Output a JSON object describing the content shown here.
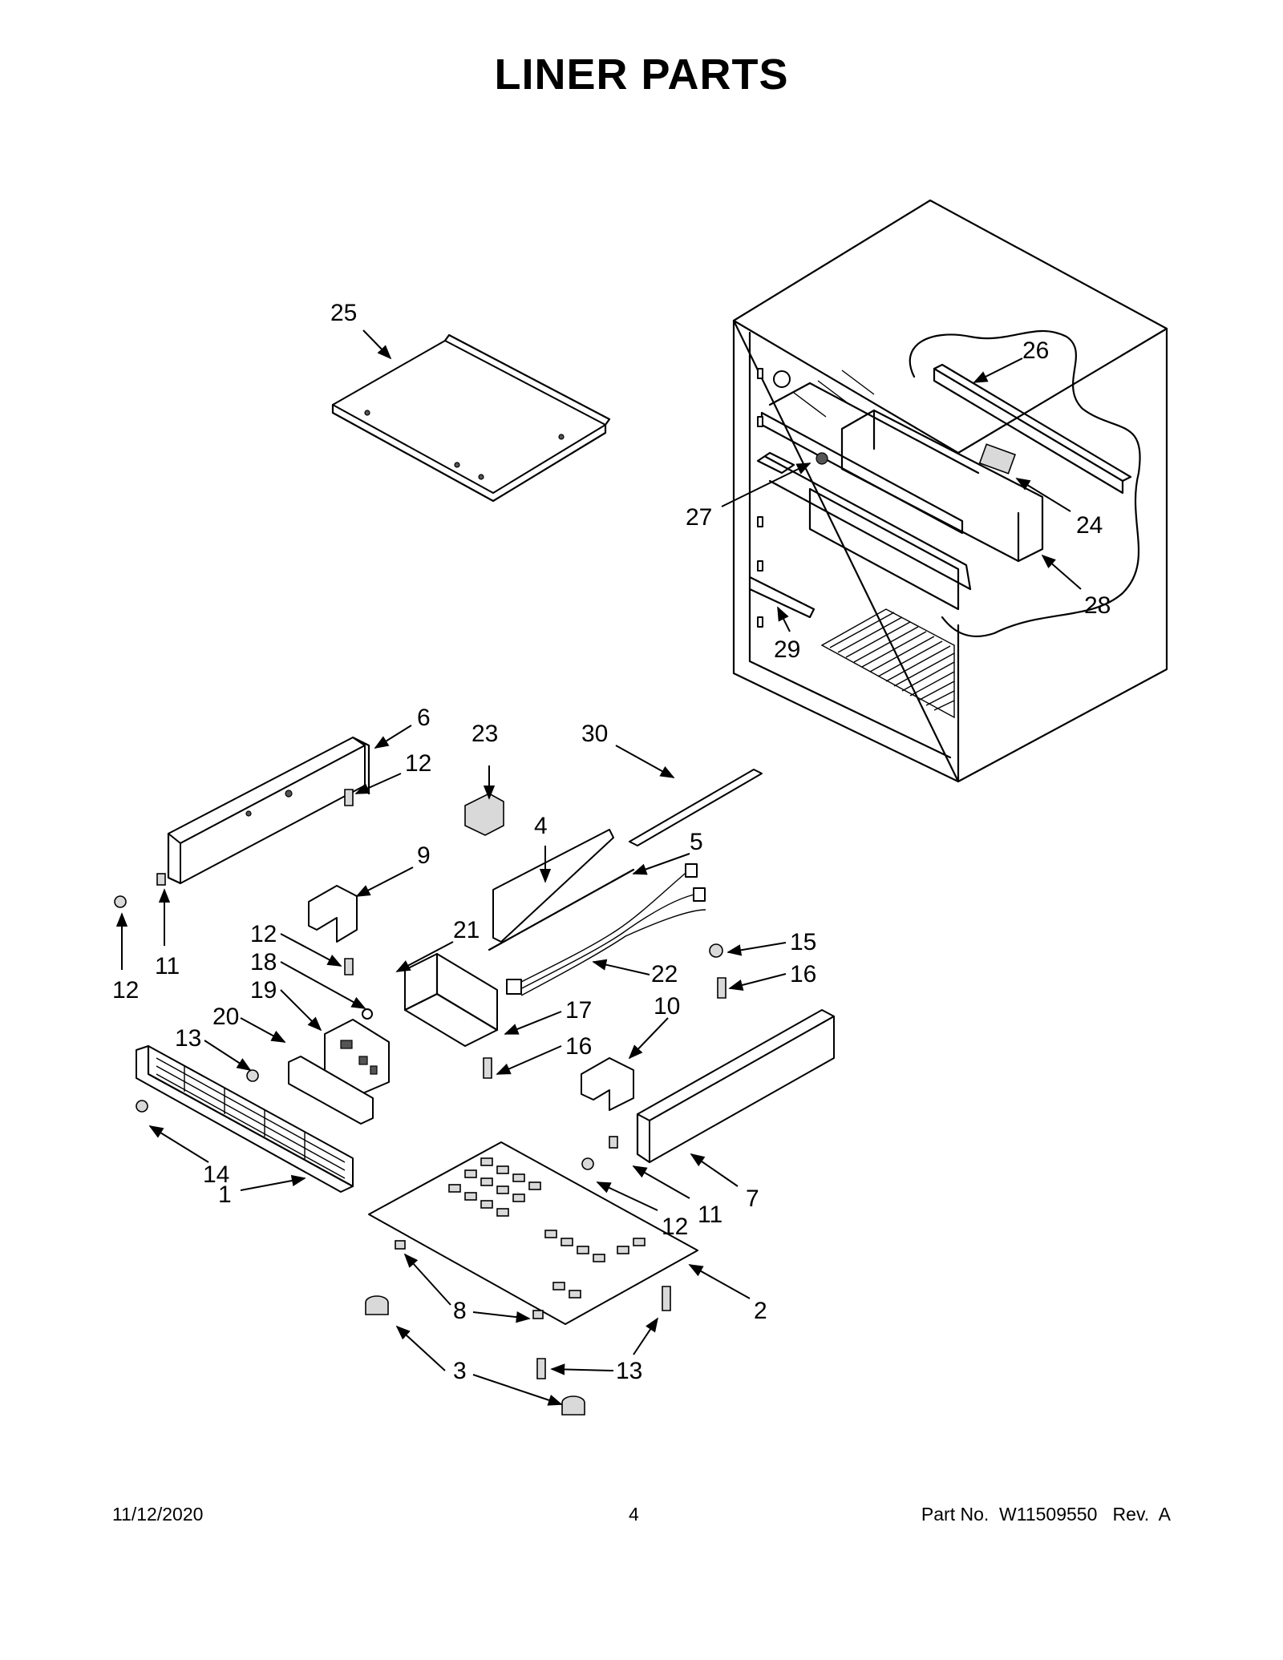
{
  "title": "LINER PARTS",
  "footer": {
    "date": "11/12/2020",
    "page": "4",
    "part_no": "Part No.  W11509550   Rev.  A"
  },
  "callouts": [
    {
      "label": "25"
    },
    {
      "label": "26"
    },
    {
      "label": "27"
    },
    {
      "label": "24"
    },
    {
      "label": "28"
    },
    {
      "label": "29"
    },
    {
      "label": "6"
    },
    {
      "label": "23"
    },
    {
      "label": "30"
    },
    {
      "label": "12"
    },
    {
      "label": "4"
    },
    {
      "label": "5"
    },
    {
      "label": "9"
    },
    {
      "label": "12"
    },
    {
      "label": "11"
    },
    {
      "label": "12"
    },
    {
      "label": "21"
    },
    {
      "label": "18"
    },
    {
      "label": "22"
    },
    {
      "label": "15"
    },
    {
      "label": "19"
    },
    {
      "label": "16"
    },
    {
      "label": "17"
    },
    {
      "label": "20"
    },
    {
      "label": "10"
    },
    {
      "label": "13"
    },
    {
      "label": "16"
    },
    {
      "label": "14"
    },
    {
      "label": "1"
    },
    {
      "label": "7"
    },
    {
      "label": "11"
    },
    {
      "label": "12"
    },
    {
      "label": "2"
    },
    {
      "label": "8"
    },
    {
      "label": "3"
    },
    {
      "label": "13"
    }
  ]
}
